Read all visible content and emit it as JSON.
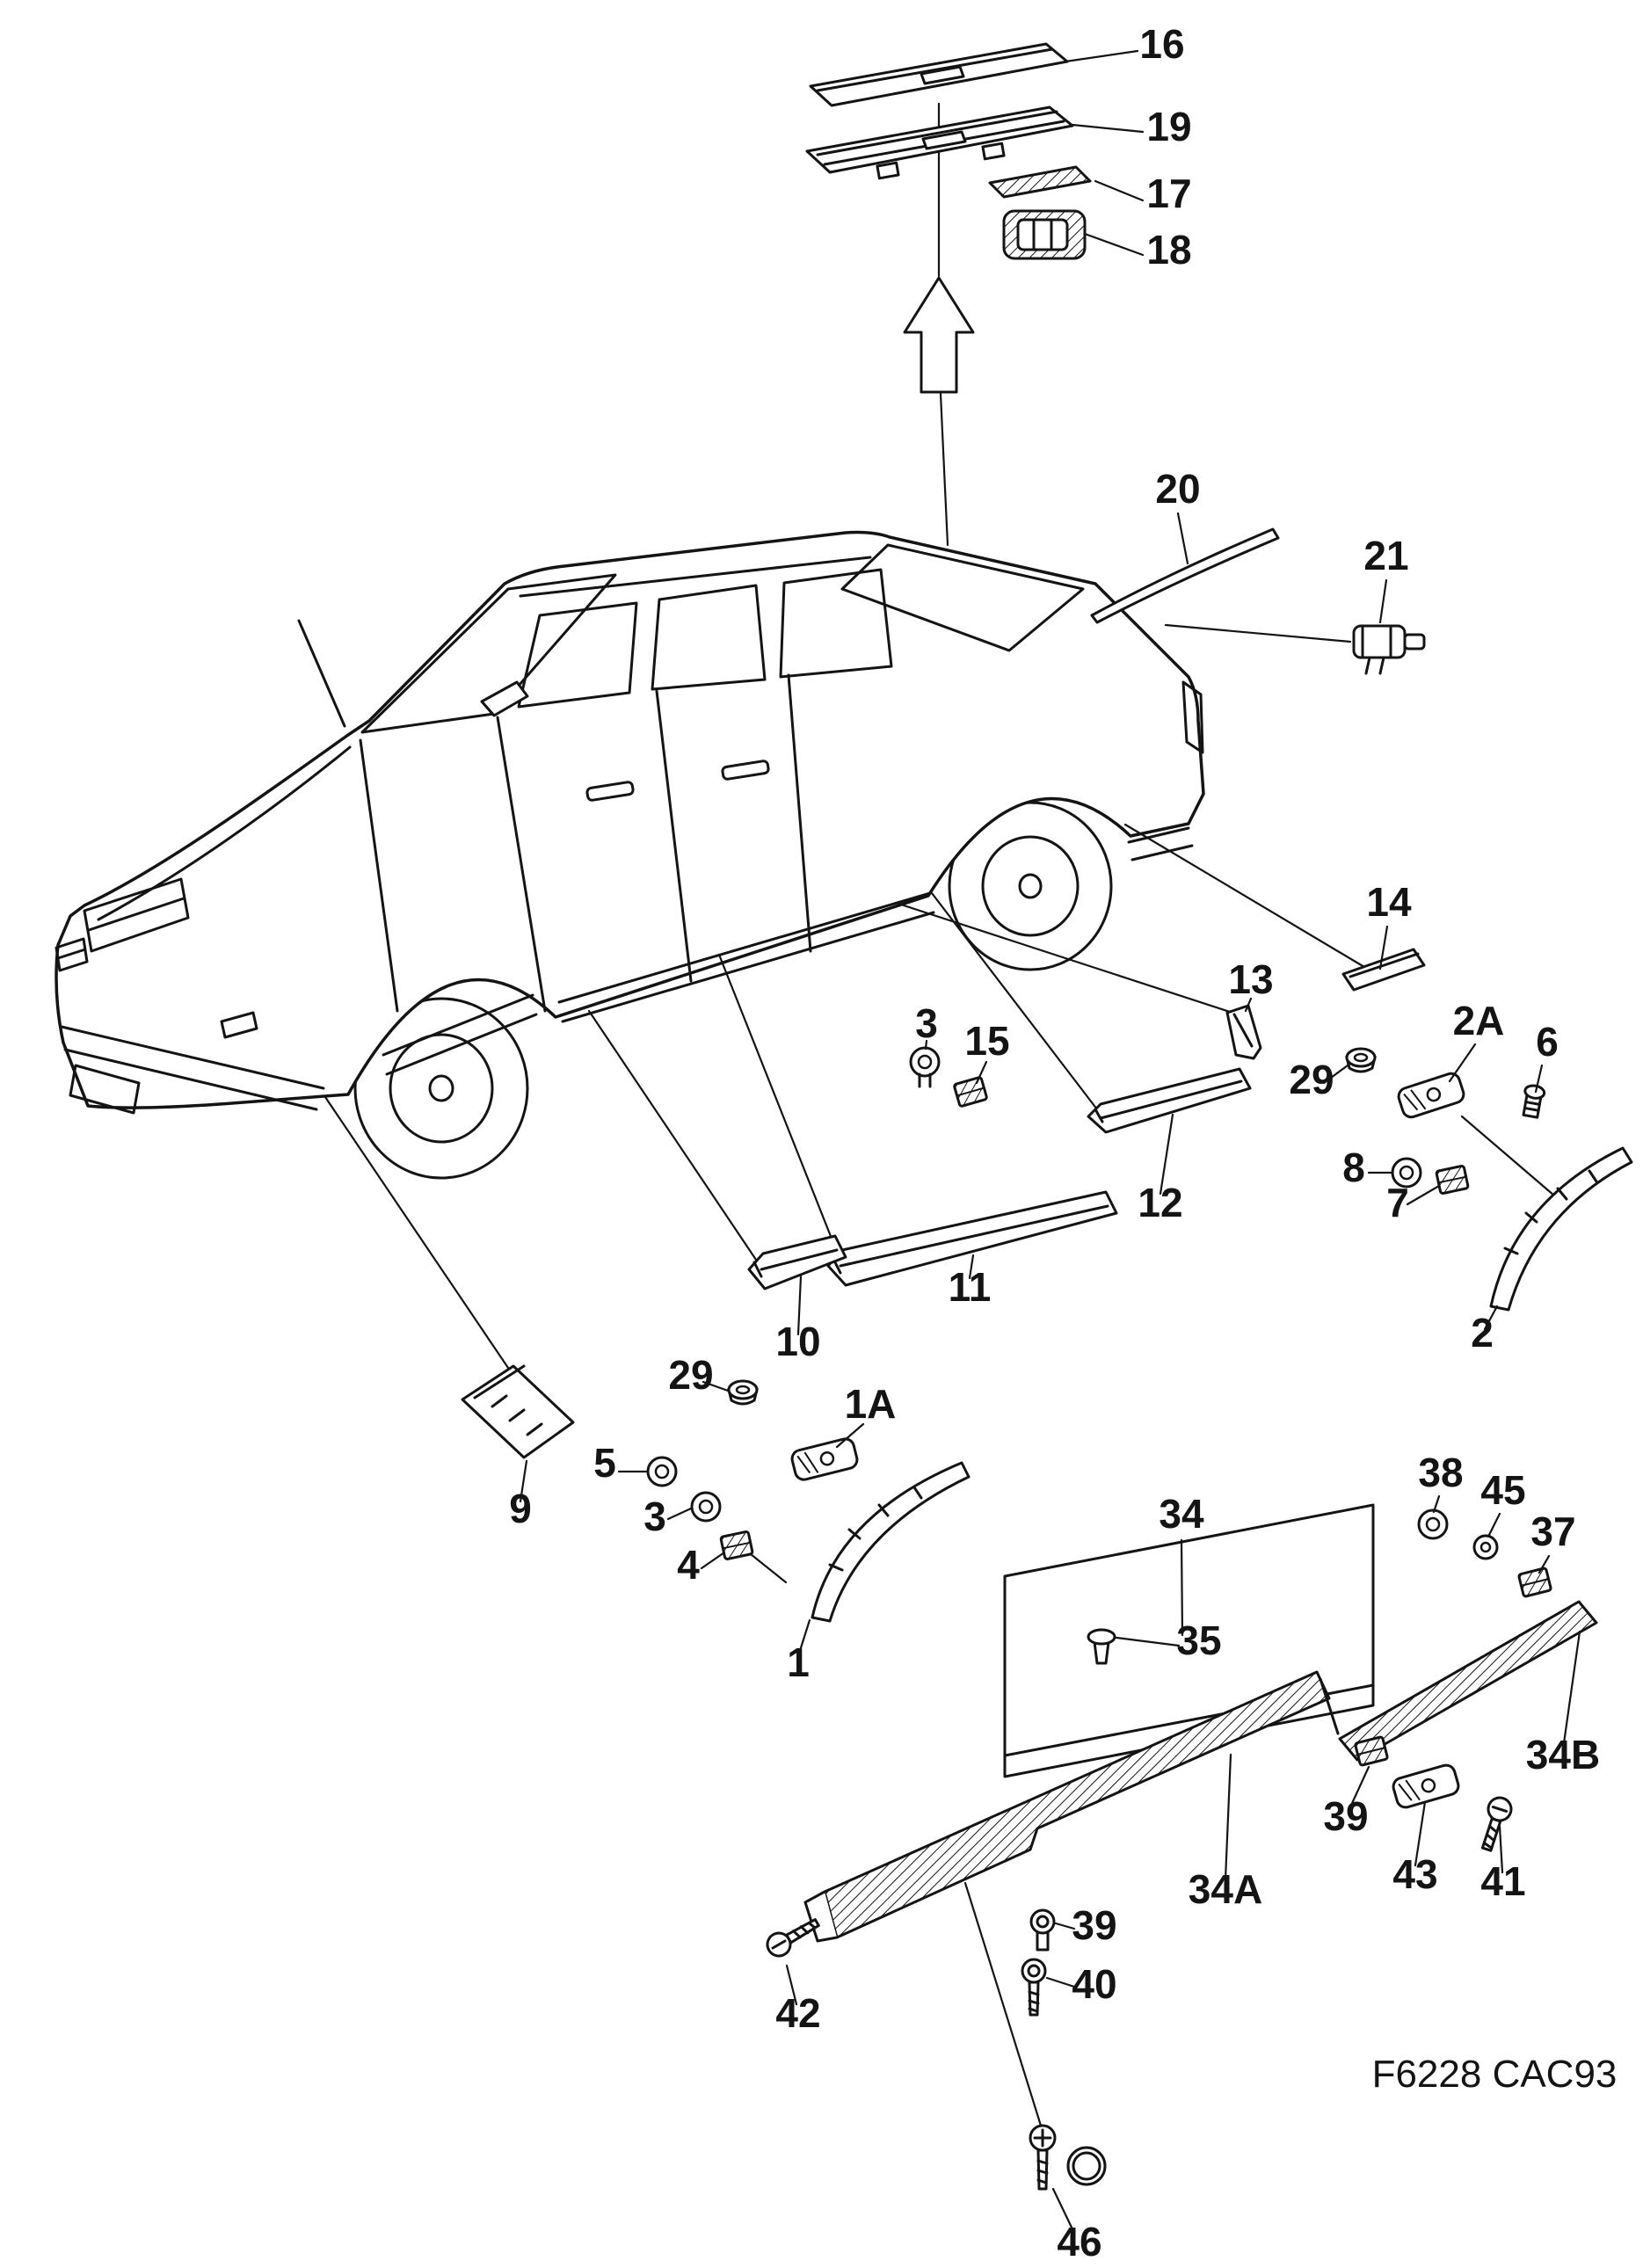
{
  "diagram": {
    "code": "F6228 CAC93"
  },
  "colors": {
    "line": "#141414",
    "background": "#ffffff"
  },
  "labels": {
    "p16": "16",
    "p19": "19",
    "p17": "17",
    "p18": "18",
    "p20": "20",
    "p21": "21",
    "p14": "14",
    "p29a": "29",
    "p2A": "2A",
    "p6": "6",
    "p8": "8",
    "p7": "7",
    "p2": "2",
    "p3a": "3",
    "p15": "15",
    "p13": "13",
    "p12": "12",
    "p11": "11",
    "p10": "10",
    "p9": "9",
    "p29b": "29",
    "p1A": "1A",
    "p5": "5",
    "p3b": "3",
    "p4": "4",
    "p1": "1",
    "p34": "34",
    "p35": "35",
    "p38": "38",
    "p45": "45",
    "p37": "37",
    "p34B": "34B",
    "p39a": "39",
    "p43": "43",
    "p41": "41",
    "p34A": "34A",
    "p39b": "39",
    "p40": "40",
    "p42": "42",
    "p46": "46"
  }
}
